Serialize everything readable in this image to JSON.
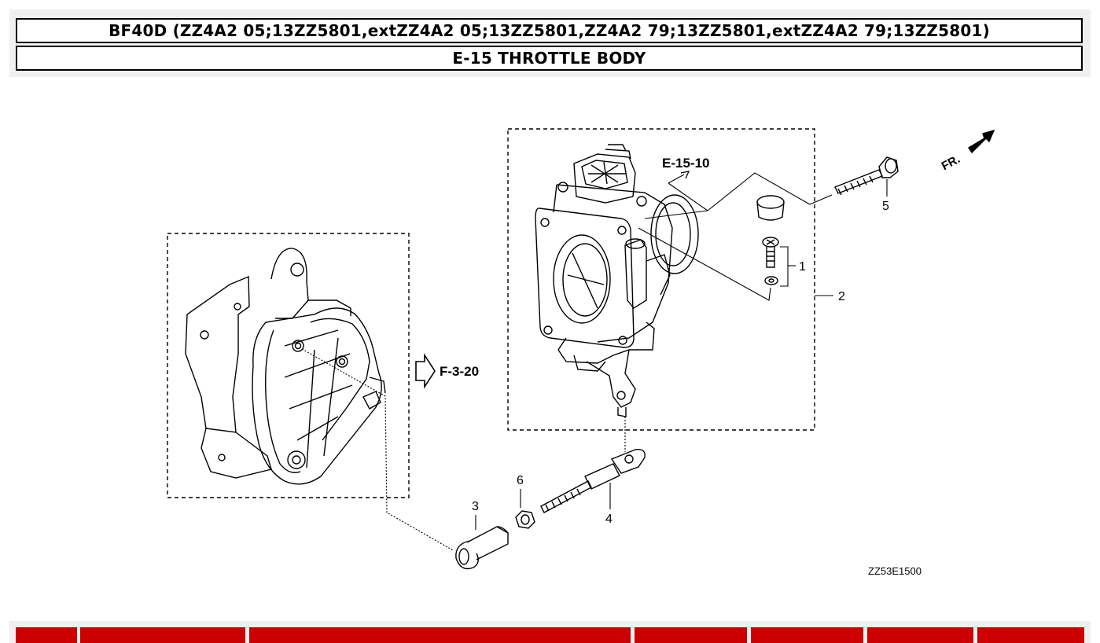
{
  "header": {
    "model_line": "BF40D (ZZ4A2 05;13ZZ5801,extZZ4A2 05;13ZZ5801,ZZ4A2 79;13ZZ5801,extZZ4A2 79;13ZZ5801)",
    "section_title": "E-15 THROTTLE BODY"
  },
  "diagram": {
    "ref_e15_10": "E-15-10",
    "ref_f3_20": "F-3-20",
    "front_marker": "FR.",
    "drawing_code": "ZZ53E1500",
    "callouts": [
      "1",
      "2",
      "3",
      "4",
      "5",
      "6"
    ]
  },
  "colors": {
    "table_header": "#cc0000",
    "header_bg": "#f0f0f0"
  }
}
